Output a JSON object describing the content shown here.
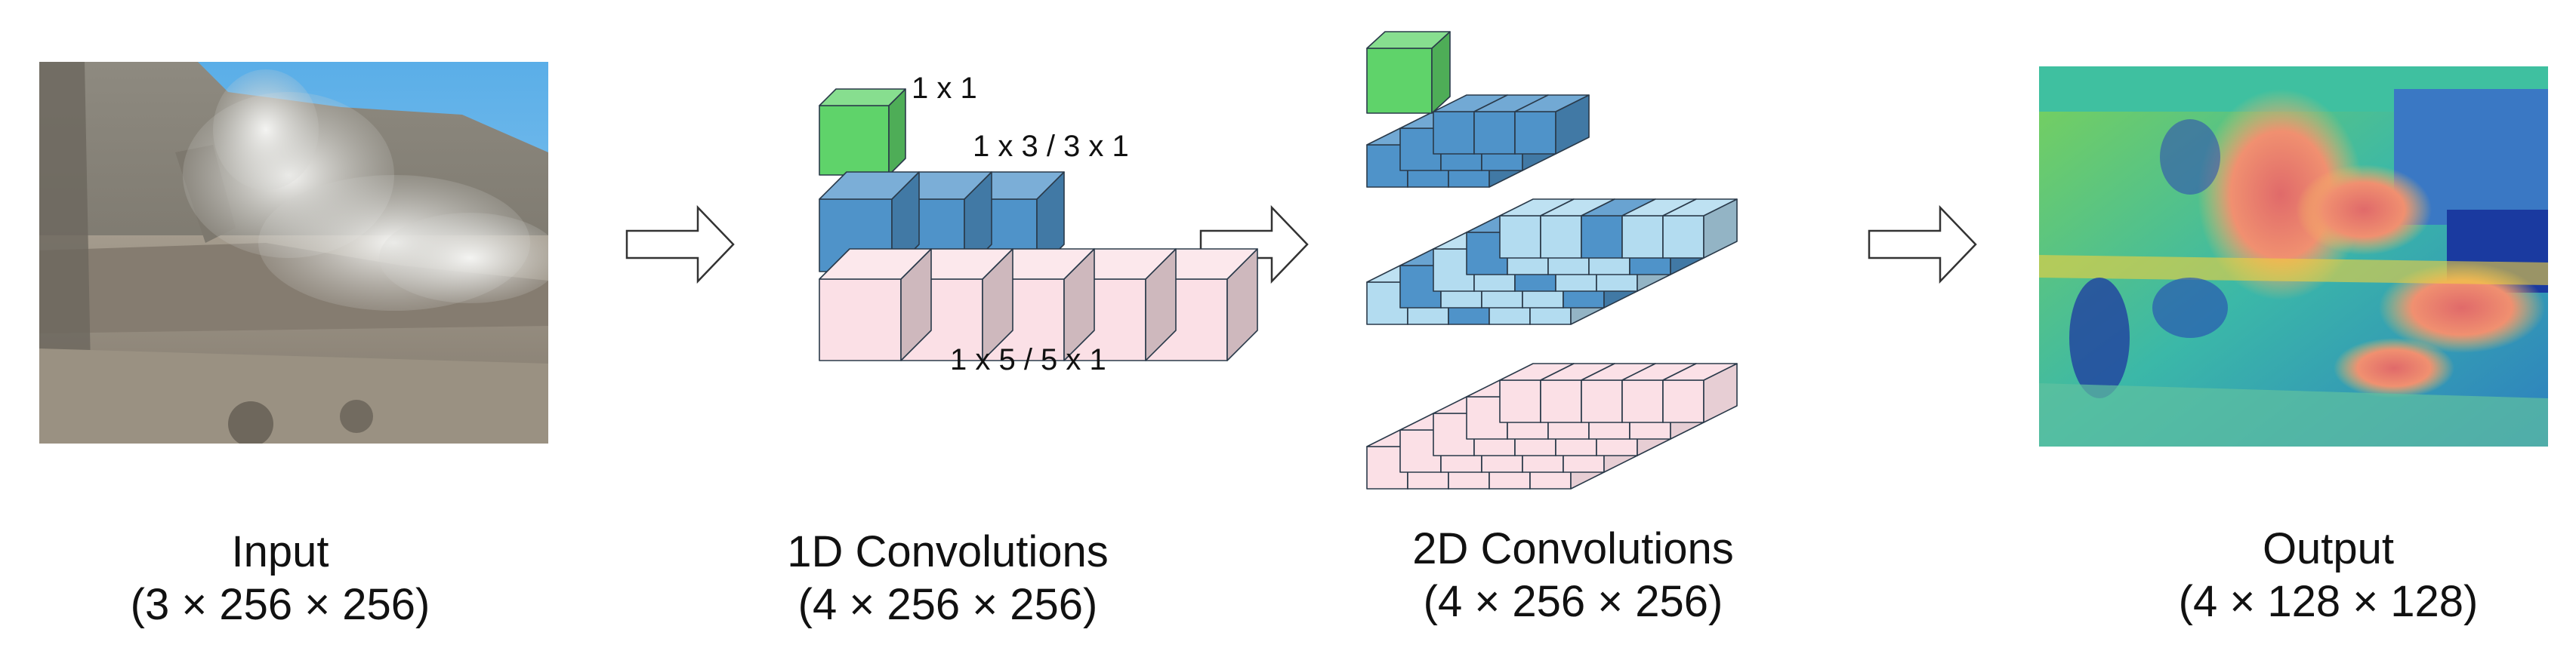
{
  "stages": {
    "input": {
      "title": "Input",
      "dims": "(3 × 256 × 256)"
    },
    "conv1d": {
      "title": "1D Convolutions",
      "dims": "(4 × 256 × 256)"
    },
    "conv2d": {
      "title": "2D Convolutions",
      "dims": "(4 × 256 × 256)"
    },
    "output": {
      "title": "Output",
      "dims": "(4 × 128 × 128)"
    }
  },
  "kernel_labels": {
    "k1": "1 x 1",
    "k3": "1 x 3 / 3 x 1",
    "k5": "1 x 5 / 5 x 1"
  },
  "colors": {
    "green": "#5fd36a",
    "blue": "#4f93c9",
    "light_blue": "#b3dcf0",
    "pink": "#fbe0e6"
  }
}
